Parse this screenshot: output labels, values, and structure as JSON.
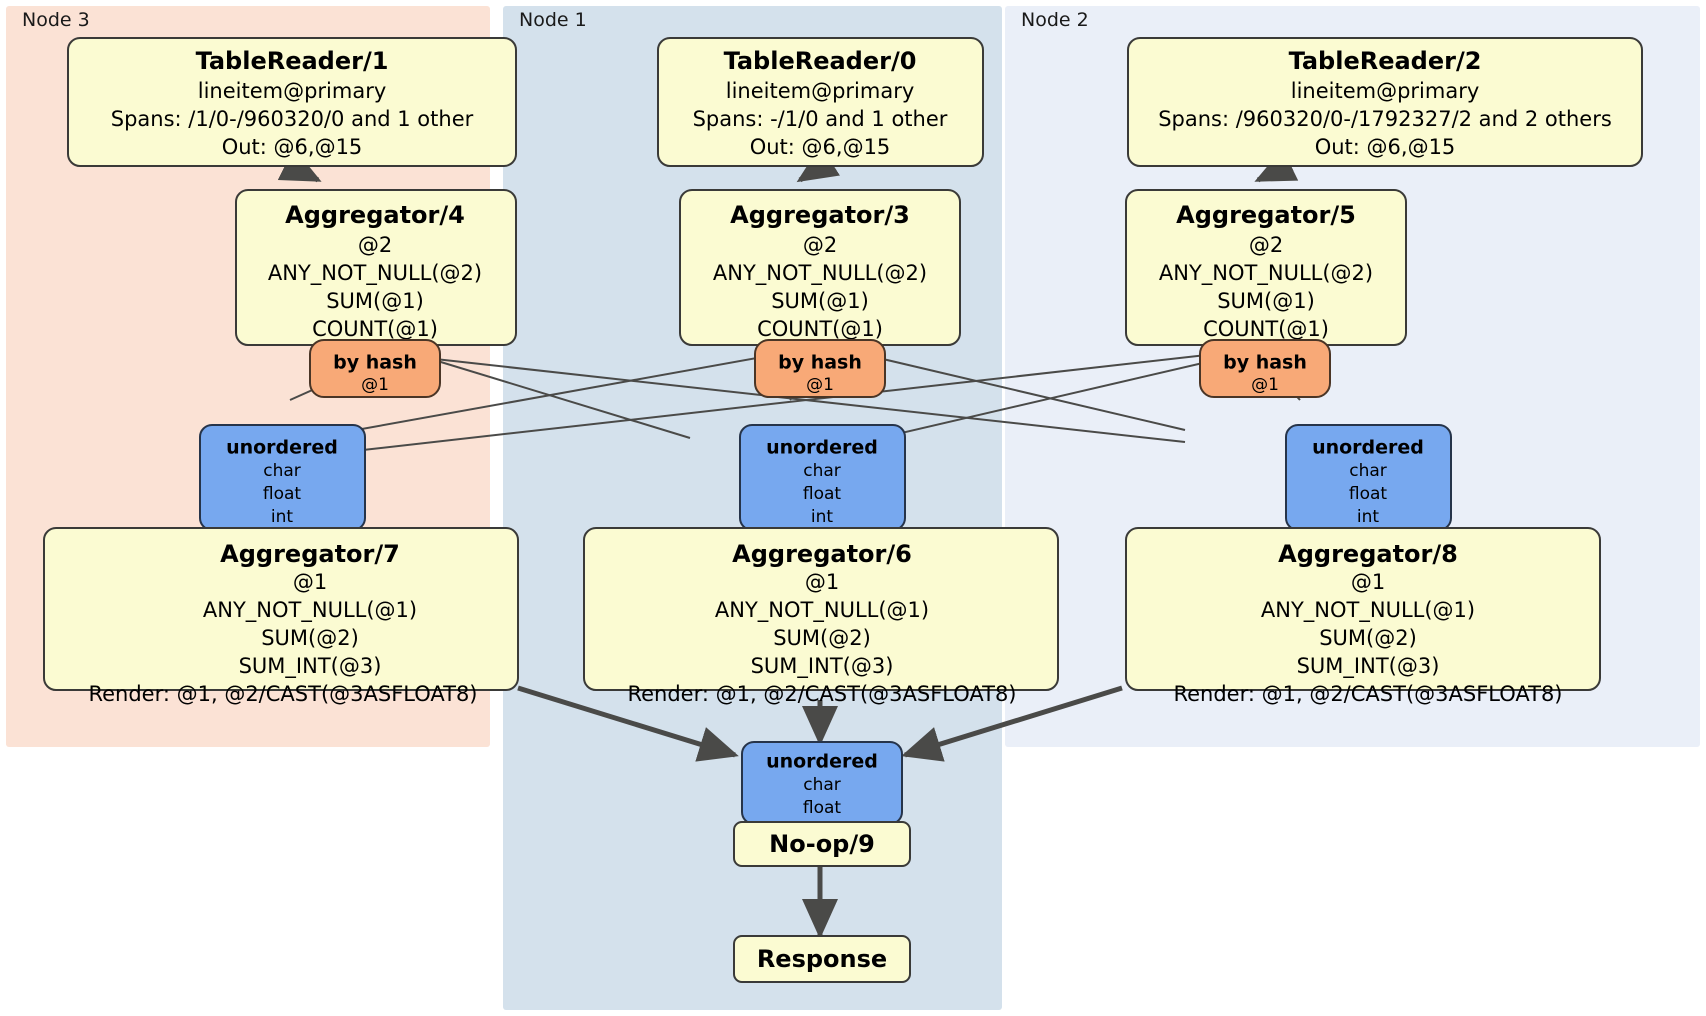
{
  "diagram": {
    "title": "Distributed query execution plan",
    "colors": {
      "node3_panel": "#fbe2d5",
      "node1_panel": "#d4e1ec",
      "node2_panel": "#eaeff8",
      "processor_box": "#fbfbd2",
      "sync_box": "#77a8ef",
      "output_box": "#f8a977",
      "edge": "#4a4a48",
      "border": "#3a3a38"
    }
  },
  "panels": [
    {
      "id": "node3",
      "label": "Node 3"
    },
    {
      "id": "node1",
      "label": "Node 1"
    },
    {
      "id": "node2",
      "label": "Node 2"
    }
  ],
  "nodes": {
    "tablereader1": {
      "title": "TableReader/1",
      "line1": "lineitem@primary",
      "line2": "Spans: /1/0-/960320/0 and 1 other",
      "line3": "Out: @6,@15"
    },
    "tablereader0": {
      "title": "TableReader/0",
      "line1": "lineitem@primary",
      "line2": "Spans: -/1/0 and 1 other",
      "line3": "Out: @6,@15"
    },
    "tablereader2": {
      "title": "TableReader/2",
      "line1": "lineitem@primary",
      "line2": "Spans: /960320/0-/1792327/2 and 2 others",
      "line3": "Out: @6,@15"
    },
    "aggregator4": {
      "title": "Aggregator/4",
      "line1": "@2",
      "line2": "ANY_NOT_NULL(@2)",
      "line3": "SUM(@1)",
      "line4": "COUNT(@1)"
    },
    "aggregator3": {
      "title": "Aggregator/3",
      "line1": "@2",
      "line2": "ANY_NOT_NULL(@2)",
      "line3": "SUM(@1)",
      "line4": "COUNT(@1)"
    },
    "aggregator5": {
      "title": "Aggregator/5",
      "line1": "@2",
      "line2": "ANY_NOT_NULL(@2)",
      "line3": "SUM(@1)",
      "line4": "COUNT(@1)"
    },
    "byhash_left": {
      "title": "by hash",
      "line1": "@1"
    },
    "byhash_center": {
      "title": "by hash",
      "line1": "@1"
    },
    "byhash_right": {
      "title": "by hash",
      "line1": "@1"
    },
    "unordered_left": {
      "title": "unordered",
      "line1": "char",
      "line2": "float",
      "line3": "int"
    },
    "unordered_center": {
      "title": "unordered",
      "line1": "char",
      "line2": "float",
      "line3": "int"
    },
    "unordered_right": {
      "title": "unordered",
      "line1": "char",
      "line2": "float",
      "line3": "int"
    },
    "aggregator7": {
      "title": "Aggregator/7",
      "line1": "@1",
      "line2": "ANY_NOT_NULL(@1)",
      "line3": "SUM(@2)",
      "line4": "SUM_INT(@3)",
      "line5": "Render: @1, @2/CAST(@3ASFLOAT8)"
    },
    "aggregator6": {
      "title": "Aggregator/6",
      "line1": "@1",
      "line2": "ANY_NOT_NULL(@1)",
      "line3": "SUM(@2)",
      "line4": "SUM_INT(@3)",
      "line5": "Render: @1, @2/CAST(@3ASFLOAT8)"
    },
    "aggregator8": {
      "title": "Aggregator/8",
      "line1": "@1",
      "line2": "ANY_NOT_NULL(@1)",
      "line3": "SUM(@2)",
      "line4": "SUM_INT(@3)",
      "line5": "Render: @1, @2/CAST(@3ASFLOAT8)"
    },
    "unordered_final": {
      "title": "unordered",
      "line1": "char",
      "line2": "float"
    },
    "noop9": {
      "title": "No-op/9"
    },
    "response": {
      "title": "Response"
    }
  }
}
